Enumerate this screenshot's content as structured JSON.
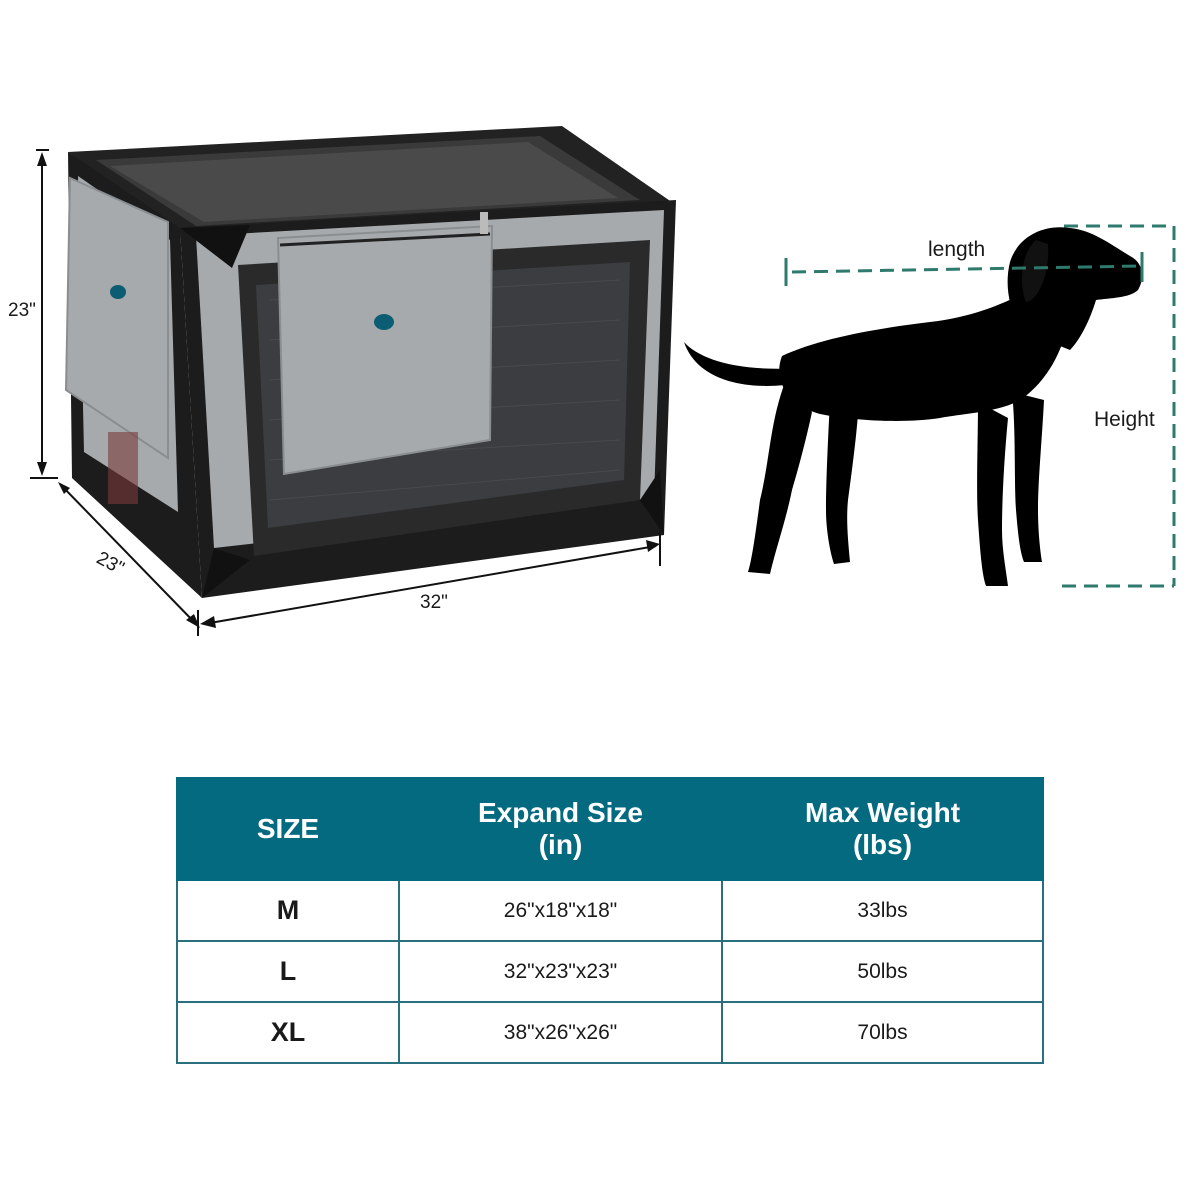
{
  "crate": {
    "height_label": "23\"",
    "depth_label": "23\"",
    "width_label": "32\""
  },
  "dog": {
    "length_label": "length",
    "height_label": "Height"
  },
  "table": {
    "headers": {
      "size": "SIZE",
      "expand_line1": "Expand Size",
      "expand_line2": "(in)",
      "weight_line1": "Max Weight",
      "weight_line2": "(lbs)"
    },
    "rows": [
      {
        "size": "M",
        "dims": "26\"x18\"x18\"",
        "weight": "33lbs"
      },
      {
        "size": "L",
        "dims": "32\"x23\"x23\"",
        "weight": "50lbs"
      },
      {
        "size": "XL",
        "dims": "38\"x26\"x26\"",
        "weight": "70lbs"
      }
    ]
  },
  "colors": {
    "header_bg": "#036a80",
    "dashed_line": "#2e7a6c",
    "crate_gray": "#a6aaad",
    "crate_black": "#1c1c1c"
  }
}
